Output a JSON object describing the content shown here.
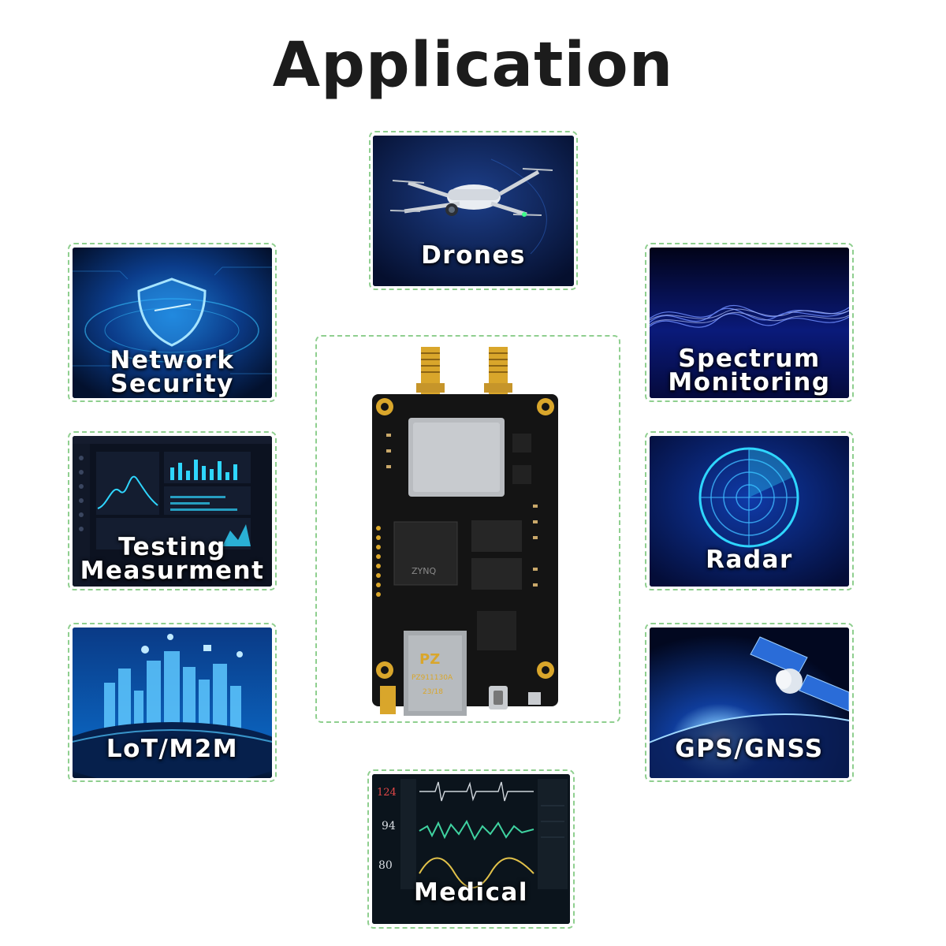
{
  "title": "Application",
  "colors": {
    "frame_border": "#8fcf8f",
    "card_dark": "#061438",
    "accent_cyan": "#2fd6ff",
    "board": "#141414",
    "gold": "#d9a62b"
  },
  "cards": {
    "drones": {
      "line1": "Drones"
    },
    "network_security": {
      "line1": "Network",
      "line2": "Security"
    },
    "spectrum_monitoring": {
      "line1": "Spectrum",
      "line2": "Monitoring"
    },
    "testing_measurement": {
      "line1": "Testing",
      "line2": "Measurment"
    },
    "radar": {
      "line1": "Radar"
    },
    "iot_m2m": {
      "line1": "LoT/M2M"
    },
    "gps_gnss": {
      "line1": "GPS/GNSS"
    },
    "medical": {
      "line1": "Medical"
    }
  },
  "board": {
    "chip_brand": "ZYNQ",
    "jack_logo": "PZ",
    "jack_model": "PZ911130A",
    "jack_code": "23/18"
  },
  "medical_readings": [
    "124",
    "94",
    "80"
  ]
}
